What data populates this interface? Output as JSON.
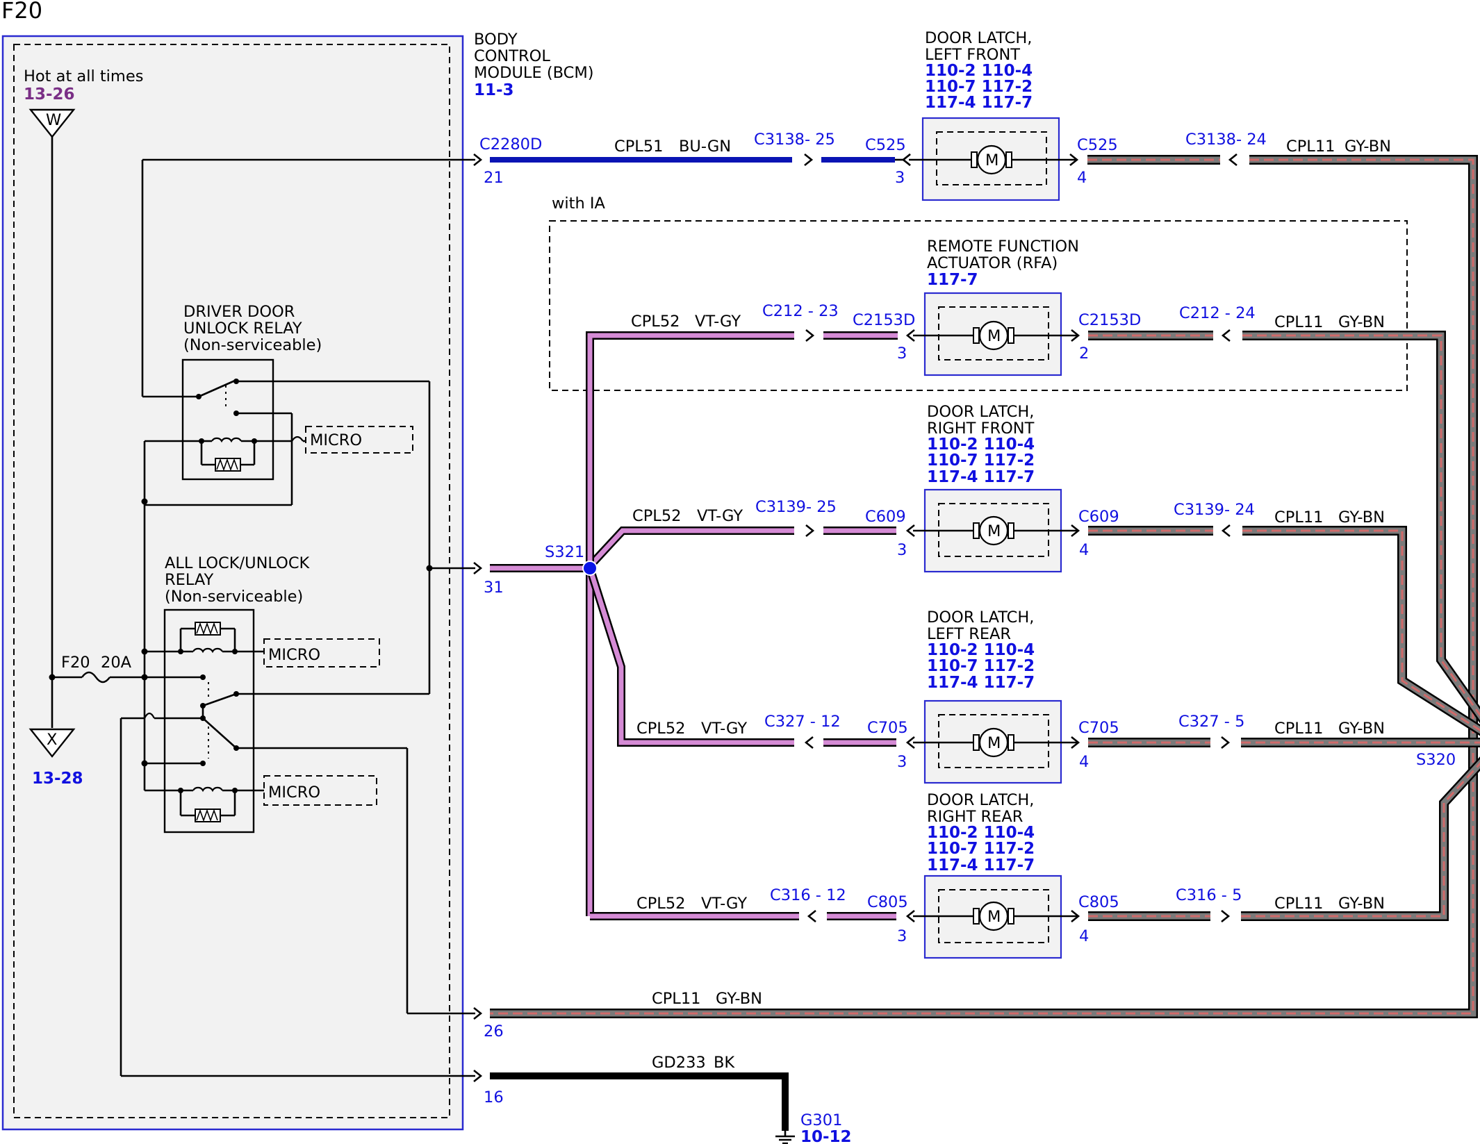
{
  "page_id": "F20",
  "colors": {
    "bcm_fill": "#f2f2f2",
    "bcm_border": "#2a2ad0",
    "wire_blue": "#0a14b4",
    "wire_violet": "#d58bd5",
    "wire_gray": "#7a7a7a",
    "wire_brown": "#d06a6a",
    "splice_dot": "#0a14e6",
    "text_blue": "#1010e0",
    "text_purple": "#7a2f86"
  },
  "bcm": {
    "name_lines": [
      "BODY",
      "CONTROL",
      "MODULE (BCM)"
    ],
    "ref": "11-3",
    "hot_label": "Hot at all times",
    "hot_ref": "13-26",
    "w_label": "W",
    "x_label": "X",
    "x_ref": "13-28",
    "fuse_label": "F20",
    "fuse_rating": "20A",
    "relay1_lines": [
      "DRIVER DOOR",
      "UNLOCK RELAY",
      "(Non-serviceable)"
    ],
    "relay2_lines": [
      "ALL LOCK/UNLOCK",
      "RELAY",
      "(Non-serviceable)"
    ],
    "micro_labels": [
      "MICRO",
      "MICRO",
      "MICRO"
    ],
    "connector": "C2280D",
    "pins": [
      "21",
      "31",
      "26",
      "16"
    ]
  },
  "with_ia_label": "with IA",
  "components": [
    {
      "lines": [
        "DOOR LATCH,",
        "LEFT FRONT"
      ],
      "refs": [
        "110-2 110-4",
        "110-7 117-2",
        "117-4 117-7"
      ]
    },
    {
      "lines": [
        "REMOTE FUNCTION",
        "ACTUATOR (RFA)"
      ],
      "refs": [
        "117-7"
      ]
    },
    {
      "lines": [
        "DOOR LATCH,",
        "RIGHT FRONT"
      ],
      "refs": [
        "110-2 110-4",
        "110-7 117-2",
        "117-4 117-7"
      ]
    },
    {
      "lines": [
        "DOOR LATCH,",
        "LEFT REAR"
      ],
      "refs": [
        "110-2 110-4",
        "110-7 117-2",
        "117-4 117-7"
      ]
    },
    {
      "lines": [
        "DOOR LATCH,",
        "RIGHT REAR"
      ],
      "refs": [
        "110-2 110-4",
        "110-7 117-2",
        "117-4 117-7"
      ]
    }
  ],
  "motor_label": "M",
  "rows": [
    {
      "left_circuit": "CPL51",
      "left_color": "BU-GN",
      "left_inline": "C3138- 25",
      "left_conn": "C525",
      "left_pin": "3",
      "right_conn": "C525",
      "right_pin": "4",
      "right_inline": "C3138- 24",
      "right_circuit": "CPL11",
      "right_color": "GY-BN"
    },
    {
      "left_circuit": "CPL52",
      "left_color": "VT-GY",
      "left_inline": "C212 - 23",
      "left_conn": "C2153D",
      "left_pin": "3",
      "right_conn": "C2153D",
      "right_pin": "2",
      "right_inline": "C212 - 24",
      "right_circuit": "CPL11",
      "right_color": "GY-BN"
    },
    {
      "left_circuit": "CPL52",
      "left_color": "VT-GY",
      "left_inline": "C3139- 25",
      "left_conn": "C609",
      "left_pin": "3",
      "right_conn": "C609",
      "right_pin": "4",
      "right_inline": "C3139- 24",
      "right_circuit": "CPL11",
      "right_color": "GY-BN"
    },
    {
      "left_circuit": "CPL52",
      "left_color": "VT-GY",
      "left_inline": "C327 - 12",
      "left_conn": "C705",
      "left_pin": "3",
      "right_conn": "C705",
      "right_pin": "4",
      "right_inline": "C327 - 5",
      "right_circuit": "CPL11",
      "right_color": "GY-BN"
    },
    {
      "left_circuit": "CPL52",
      "left_color": "VT-GY",
      "left_inline": "C316 - 12",
      "left_conn": "C805",
      "left_pin": "3",
      "right_conn": "C805",
      "right_pin": "4",
      "right_inline": "C316 - 5",
      "right_circuit": "CPL11",
      "right_color": "GY-BN"
    }
  ],
  "splices": [
    "S321",
    "S320"
  ],
  "bottom_wire": {
    "circuit": "CPL11",
    "color": "GY-BN"
  },
  "ground_wire": {
    "circuit": "GD233",
    "color": "BK",
    "ground": "G301",
    "ground_ref": "10-12"
  }
}
